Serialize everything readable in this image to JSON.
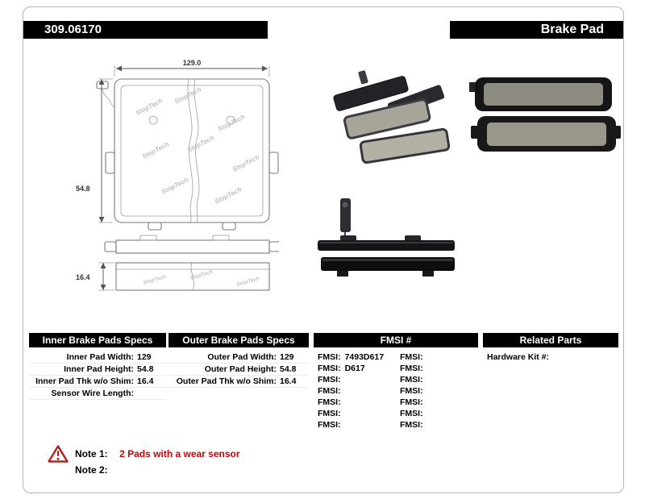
{
  "header": {
    "part_number": "309.06170",
    "product_type": "Brake Pad"
  },
  "drawing": {
    "width_dim": "129.0",
    "height_dim": "54.8",
    "thickness_dim": "16.4",
    "watermark": "StopTech"
  },
  "tables": {
    "inner": {
      "title": "Inner Brake Pads Specs",
      "rows": [
        {
          "label": "Inner Pad Width:",
          "value": "129"
        },
        {
          "label": "Inner Pad Height:",
          "value": "54.8"
        },
        {
          "label": "Inner Pad Thk w/o Shim:",
          "value": "16.4"
        },
        {
          "label": "Sensor Wire Length:",
          "value": ""
        }
      ]
    },
    "outer": {
      "title": "Outer Brake Pads Specs",
      "rows": [
        {
          "label": "Outer Pad Width:",
          "value": "129"
        },
        {
          "label": "Outer Pad Height:",
          "value": "54.8"
        },
        {
          "label": "Outer Pad Thk w/o Shim:",
          "value": "16.4"
        }
      ]
    },
    "fmsi": {
      "title": "FMSI #",
      "col1": [
        {
          "label": "FMSI:",
          "value": "7493D617"
        },
        {
          "label": "FMSI:",
          "value": "D617"
        },
        {
          "label": "FMSI:",
          "value": ""
        },
        {
          "label": "FMSI:",
          "value": ""
        },
        {
          "label": "FMSI:",
          "value": ""
        },
        {
          "label": "FMSI:",
          "value": ""
        },
        {
          "label": "FMSI:",
          "value": ""
        }
      ],
      "col2": [
        {
          "label": "FMSI:",
          "value": ""
        },
        {
          "label": "FMSI:",
          "value": ""
        },
        {
          "label": "FMSI:",
          "value": ""
        },
        {
          "label": "FMSI:",
          "value": ""
        },
        {
          "label": "FMSI:",
          "value": ""
        },
        {
          "label": "FMSI:",
          "value": ""
        },
        {
          "label": "FMSI:",
          "value": ""
        }
      ]
    },
    "related": {
      "title": "Related Parts",
      "rows": [
        {
          "label": "Hardware Kit #:",
          "value": ""
        }
      ]
    }
  },
  "notes": {
    "note1_label": "Note 1:",
    "note1_text": "2 Pads with a wear sensor",
    "note2_label": "Note 2:",
    "note2_text": ""
  },
  "colors": {
    "header_bg": "#000000",
    "note_red": "#cc0000",
    "border_gray": "#b5b5b5"
  }
}
